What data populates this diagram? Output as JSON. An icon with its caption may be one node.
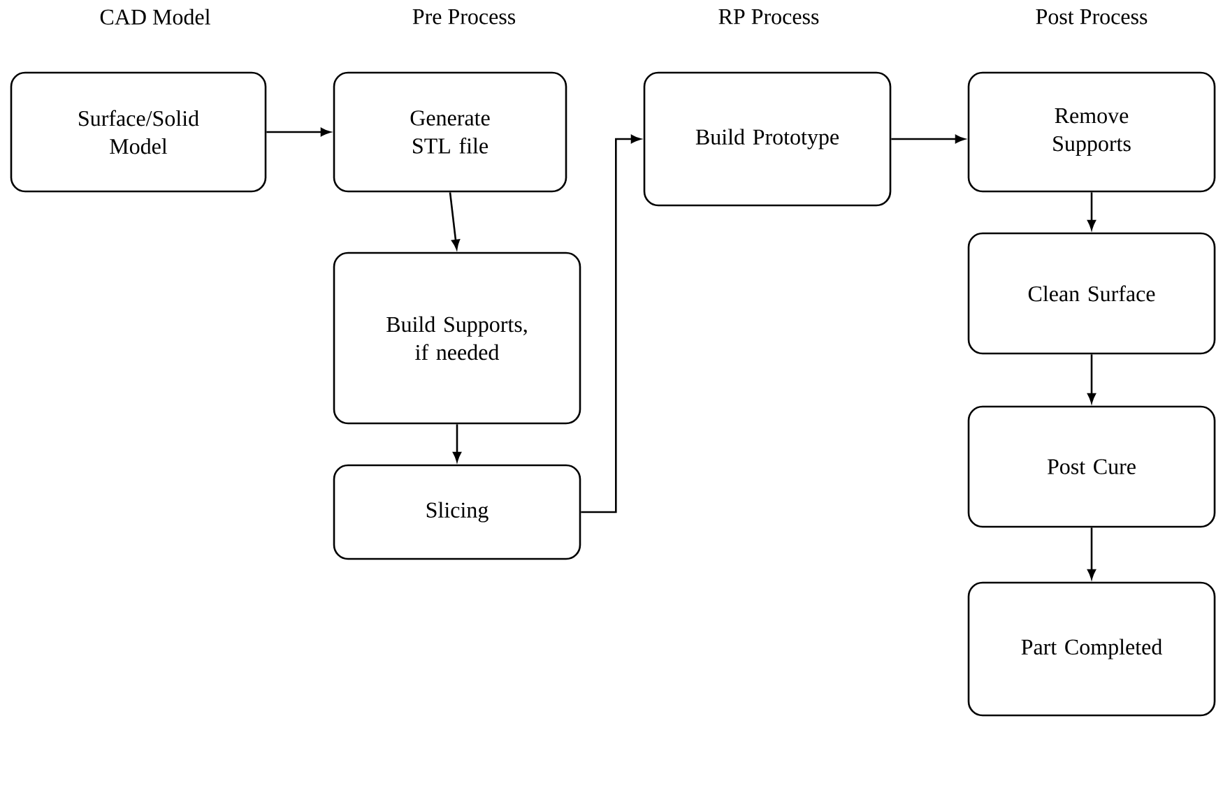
{
  "diagram": {
    "nodes": [
      {
        "text": [
          "Surface/Solid Model"
        ]
      },
      {
        "text": [
          "Generate STL file"
        ]
      },
      {
        "text": [
          "Build Supports, if needed"
        ]
      },
      {
        "text": [
          "Slicing"
        ]
      },
      {
        "text": [
          "Build Prototype"
        ]
      },
      {
        "text": [
          "Remove Supports"
        ]
      },
      {
        "text": [
          "Clean Surface"
        ]
      },
      {
        "text": [
          "Post Cure"
        ]
      },
      {
        "text": [
          "Part Completed"
        ]
      }
    ],
    "edges": [
      {
        "from": 0,
        "to": 1,
        "arrow": "to"
      },
      {
        "from": 1,
        "to": 2,
        "arrow": "to"
      },
      {
        "from": 2,
        "to": 3,
        "arrow": "to"
      },
      {
        "from": 3,
        "to": 4,
        "arrow": "to"
      },
      {
        "from": 4,
        "to": 5,
        "arrow": "to"
      },
      {
        "from": 5,
        "to": 6,
        "arrow": "to"
      },
      {
        "from": 6,
        "to": 7,
        "arrow": "to"
      },
      {
        "from": 7,
        "to": 8,
        "arrow": "to"
      }
    ],
    "labels": [
      "CAD Model",
      "Pre Process",
      "RP Process",
      "Post Process"
    ]
  }
}
